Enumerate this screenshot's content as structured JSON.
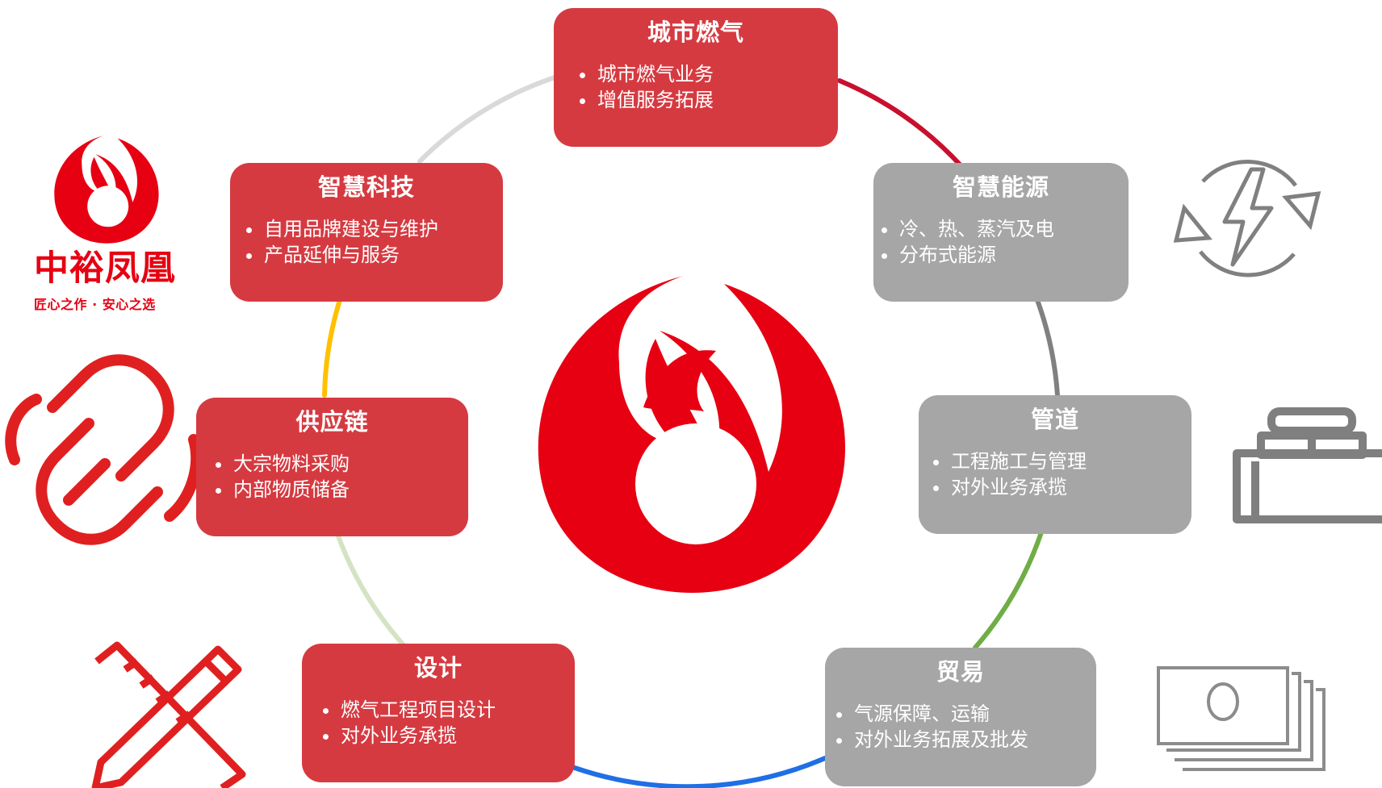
{
  "brand": {
    "name": "中裕凤凰",
    "slogan": "匠心之作 · 安心之选",
    "color": "#e60012"
  },
  "nodes": [
    {
      "id": "city-gas",
      "title": "城市燃气",
      "items": [
        "城市燃气业务",
        "增值服务拓展"
      ],
      "color": "#d63a41"
    },
    {
      "id": "smart-energy",
      "title": "智慧能源",
      "items": [
        "冷、热、蒸汽及电",
        "分布式能源"
      ],
      "color": "#a6a6a6",
      "icon": "energy-cycle-icon"
    },
    {
      "id": "pipeline",
      "title": "管道",
      "items": [
        "工程施工与管理",
        "对外业务承揽"
      ],
      "color": "#a6a6a6",
      "icon": "valve-icon"
    },
    {
      "id": "trade",
      "title": "贸易",
      "items": [
        "气源保障、运输",
        "对外业务拓展及批发"
      ],
      "color": "#a6a6a6",
      "icon": "banknotes-icon"
    },
    {
      "id": "design",
      "title": "设计",
      "items": [
        "燃气工程项目设计",
        "对外业务承揽"
      ],
      "color": "#d63a41",
      "icon": "pencil-ruler-icon"
    },
    {
      "id": "supply-chain",
      "title": "供应链",
      "items": [
        "大宗物料采购",
        "内部物质储备"
      ],
      "color": "#d63a41",
      "icon": "chain-link-icon"
    },
    {
      "id": "smart-tech",
      "title": "智慧科技",
      "items": [
        "自用品牌建设与维护",
        "产品延伸与服务"
      ],
      "color": "#d63a41"
    }
  ],
  "ring_colors": {
    "top_left": "#d9d9d9",
    "top_right": "#c8102e",
    "right_upper": "#808080",
    "right_lower": "#70ad47",
    "bottom": "#1f6fe5",
    "left_lower": "#d5e3c5",
    "left_upper": "#ffc000"
  }
}
